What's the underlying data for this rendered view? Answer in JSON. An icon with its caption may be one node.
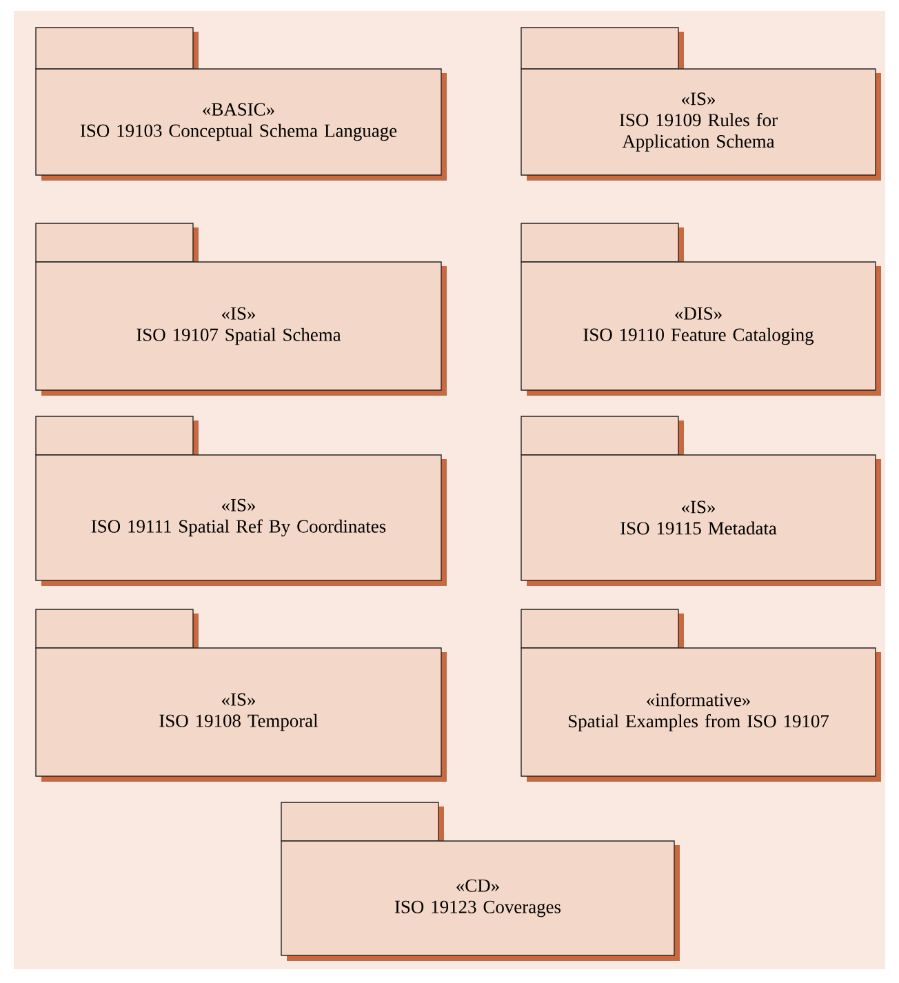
{
  "diagram": {
    "nodes": [
      {
        "text": [
          "«BASIC»",
          "ISO 19103 Conceptual Schema Language"
        ]
      },
      {
        "text": [
          "«IS»",
          "ISO 19109 Rules for Application Schema"
        ]
      },
      {
        "text": [
          "«IS»",
          "ISO 19107 Spatial Schema"
        ]
      },
      {
        "text": [
          "«DIS»",
          "ISO 19110 Feature Cataloging"
        ]
      },
      {
        "text": [
          "«IS»",
          "ISO 19111 Spatial Ref By Coordinates"
        ]
      },
      {
        "text": [
          "«IS»",
          "ISO 19115 Metadata"
        ]
      },
      {
        "text": [
          "«IS»",
          "ISO 19108 Temporal"
        ]
      },
      {
        "text": [
          "«informative»",
          "Spatial Examples from ISO 19107"
        ]
      },
      {
        "text": [
          "«CD»",
          "ISO 19123 Coverages"
        ]
      }
    ]
  }
}
